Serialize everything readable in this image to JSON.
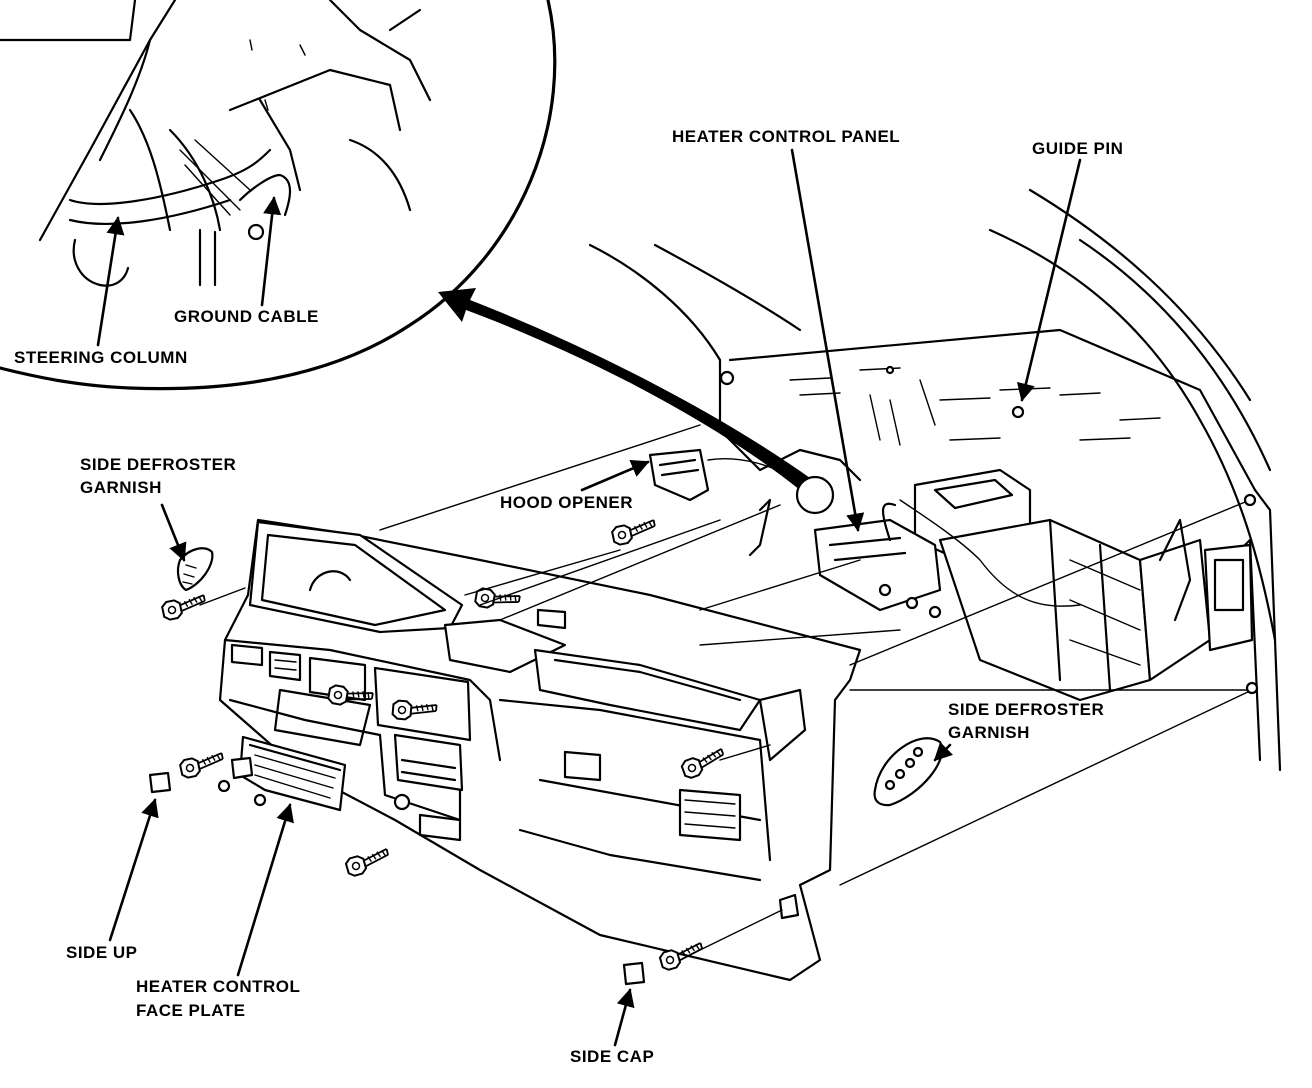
{
  "labels": {
    "heater_control_panel": "HEATER CONTROL PANEL",
    "guide_pin": "GUIDE PIN",
    "ground_cable": "GROUND CABLE",
    "steering_column": "STEERING COLUMN",
    "side_defroster_garnish_left_1": "SIDE DEFROSTER",
    "side_defroster_garnish_left_2": "GARNISH",
    "hood_opener": "HOOD OPENER",
    "side_defroster_garnish_right_1": "SIDE DEFROSTER",
    "side_defroster_garnish_right_2": "GARNISH",
    "side_up": "SIDE UP",
    "heater_control_face_plate_1": "HEATER CONTROL",
    "heater_control_face_plate_2": "FACE PLATE",
    "side_cap": "SIDE CAP"
  },
  "icons": {
    "detail_arrow": "large-curved-arrow-icon",
    "bolt": "bolt-icon",
    "leader_arrow": "arrowhead-icon"
  },
  "colors": {
    "ink": "#000000",
    "paper": "#ffffff"
  }
}
